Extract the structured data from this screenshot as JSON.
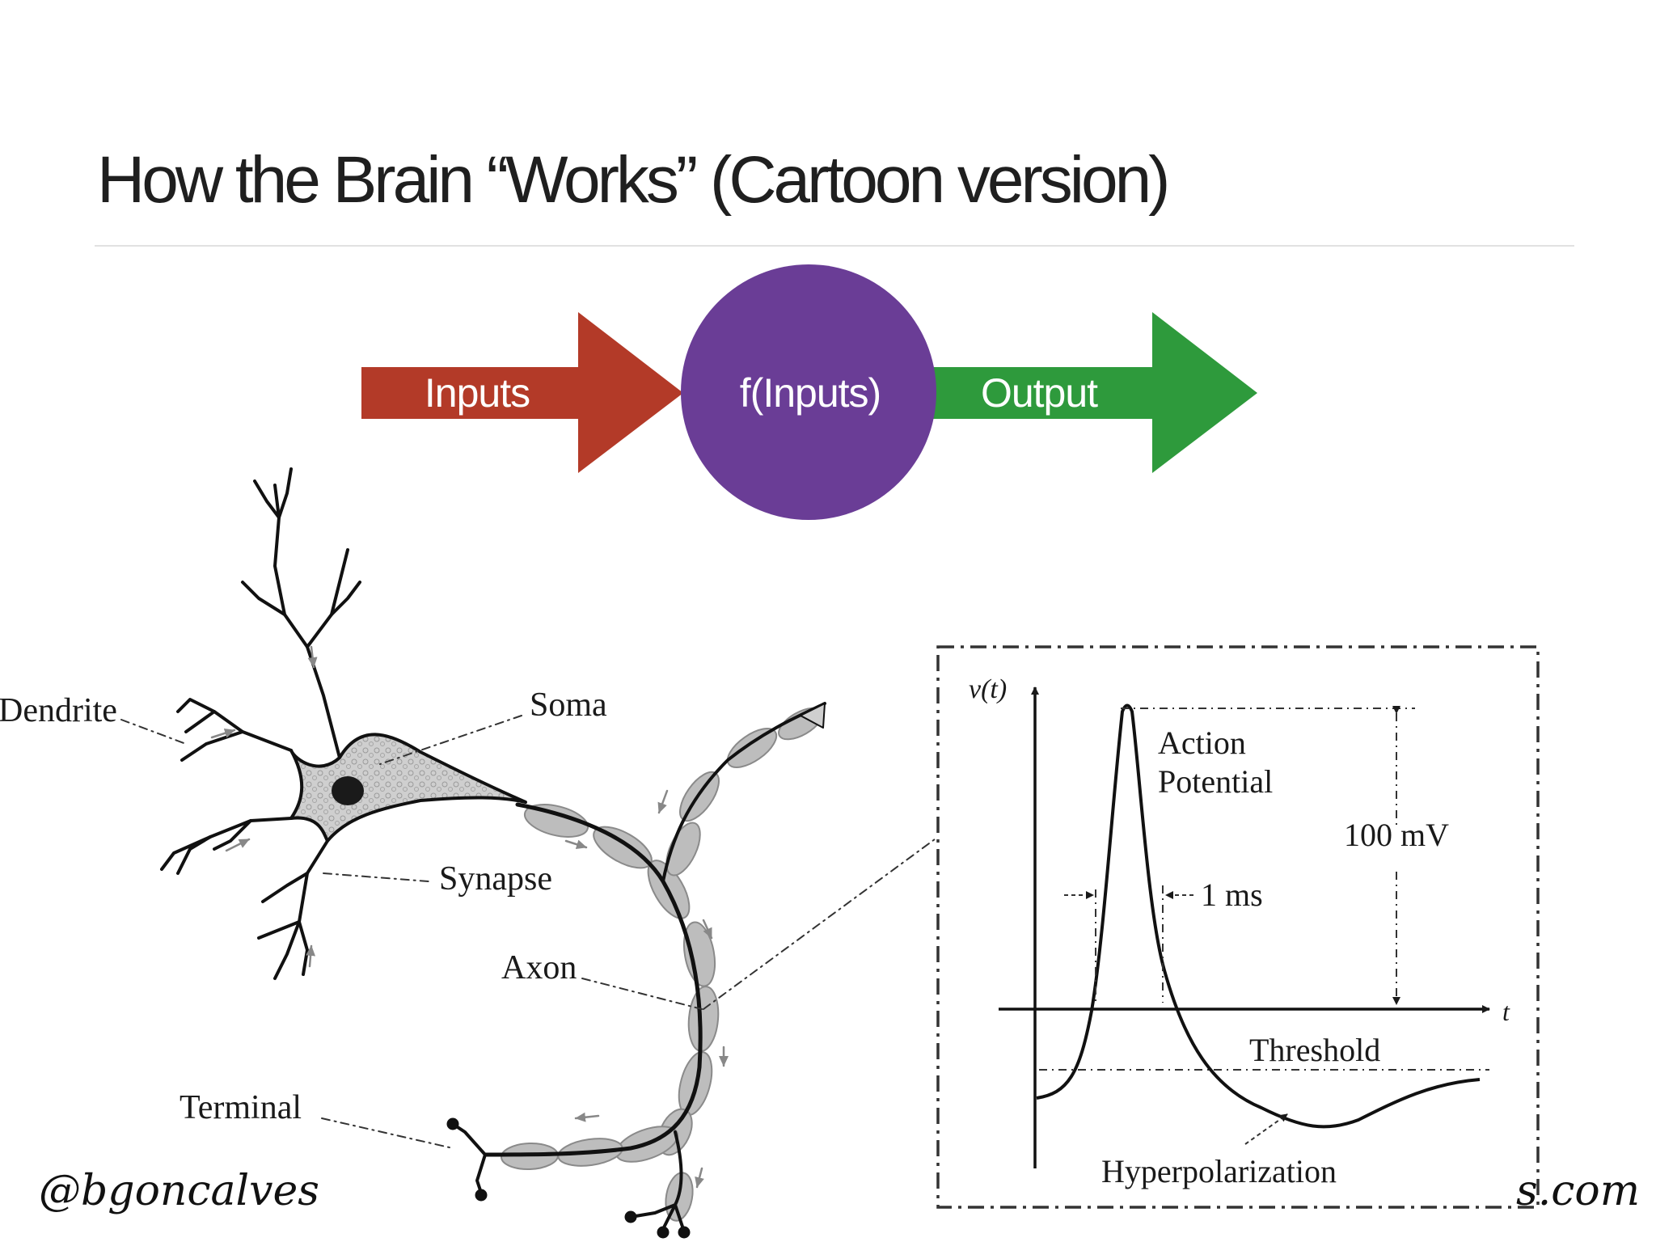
{
  "slide": {
    "title": "How the Brain “Works” (Cartoon version)"
  },
  "flow": {
    "input_label": "Inputs",
    "function_label": "f(Inputs)",
    "output_label": "Output",
    "colors": {
      "input": "#b33a28",
      "function": "#6a3d96",
      "output": "#2e9a3c"
    }
  },
  "neuron": {
    "labels": {
      "dendrite": "Dendrite",
      "soma": "Soma",
      "synapse": "Synapse",
      "axon": "Axon",
      "terminal": "Terminal"
    }
  },
  "spike_plot": {
    "y_axis": "v(t)",
    "x_axis": "t",
    "peak_label_line1": "Action",
    "peak_label_line2": "Potential",
    "amplitude_label": "100 mV",
    "width_label": "1 ms",
    "threshold_label": "Threshold",
    "hyper_label": "Hyperpolarization"
  },
  "footer": {
    "handle": "@bgoncalves",
    "domain_fragment": "s.com"
  }
}
